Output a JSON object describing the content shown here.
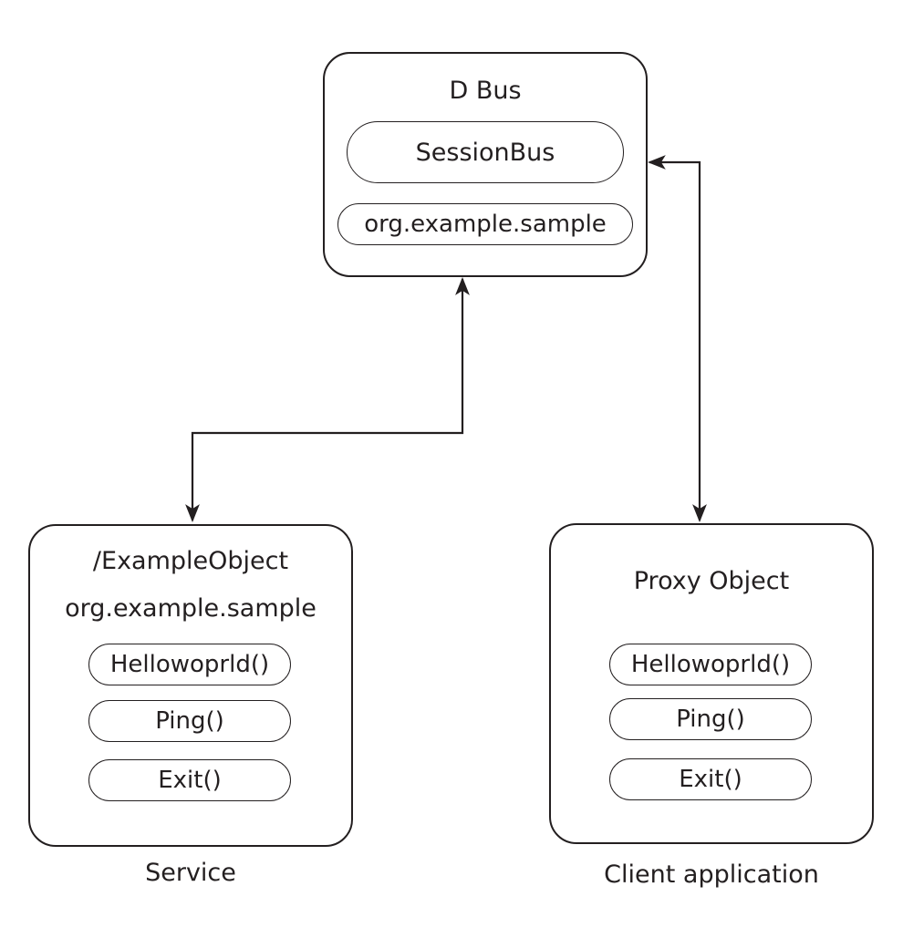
{
  "dbus": {
    "title": "D Bus",
    "session_bus": "SessionBus",
    "bus_name": "org.example.sample"
  },
  "service": {
    "object_path": "/ExampleObject",
    "interface": "org.example.sample",
    "methods": [
      "Hellowoprld()",
      "Ping()",
      "Exit()"
    ],
    "caption": "Service"
  },
  "client": {
    "title": "Proxy Object",
    "methods": [
      "Hellowoprld()",
      "Ping()",
      "Exit()"
    ],
    "caption": "Client application"
  }
}
